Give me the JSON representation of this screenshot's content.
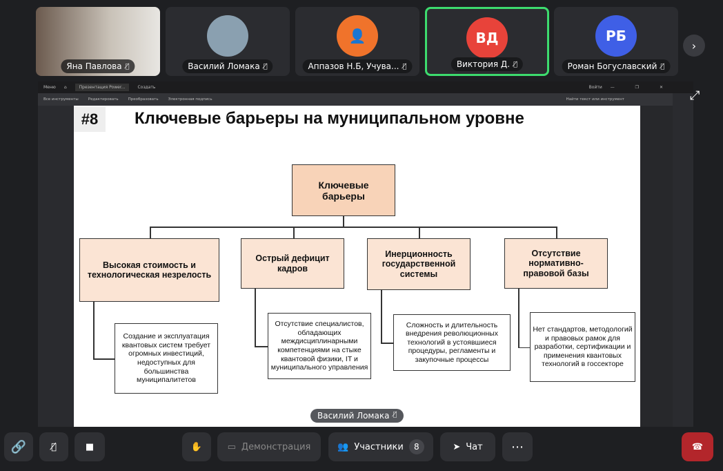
{
  "participants": [
    {
      "name": "Яна Павлова",
      "initials": "",
      "color": "#8a7766"
    },
    {
      "name": "Василий Ломака",
      "initials": "",
      "color": "#8aa0b0"
    },
    {
      "name": "Аппазов Н.Б, Учува...",
      "initials": "👤",
      "color": "#f0732b"
    },
    {
      "name": "Виктория Д.",
      "initials": "ВД",
      "color": "#e8433a"
    },
    {
      "name": "Роман Богуславский",
      "initials": "РБ",
      "color": "#3f5fe6"
    }
  ],
  "browser": {
    "tabs": [
      "Меню",
      "Презентация Power...",
      "Создать"
    ],
    "toolbar": [
      "Все инструменты",
      "Редактировать",
      "Преобразовать",
      "Электронная подпись"
    ],
    "search": "Найти текст или инструмент",
    "login": "Войти"
  },
  "slide": {
    "number": "#8",
    "title": "Ключевые барьеры на муниципальном уровне",
    "root": "Ключевые барьеры",
    "barriers": [
      {
        "title": "Высокая стоимость и технологическая незрелость",
        "detail": "Создание и эксплуатация квантовых систем требует огромных инвестиций, недоступных для большинства муниципалитетов"
      },
      {
        "title": "Острый дефицит кадров",
        "detail": "Отсутствие специалистов, обладающих междисциплинарными компетенциями на стыке квантовой физики, IT и муниципального управления"
      },
      {
        "title": "Инерционность государственной системы",
        "detail": "Сложность и длительность внедрения революционных технологий в устоявшиеся процедуры, регламенты и закупочные процессы"
      },
      {
        "title": "Отсутствие нормативно-правовой базы",
        "detail": "Нет стандартов, методологий и правовых рамок для разработки, сертификации и применения квантовых технологий в госсекторе"
      }
    ]
  },
  "presenter_label": "Василий Ломака",
  "controls": {
    "demo": "Демонстрация",
    "participants": "Участники",
    "participants_count": "8",
    "chat": "Чат"
  }
}
